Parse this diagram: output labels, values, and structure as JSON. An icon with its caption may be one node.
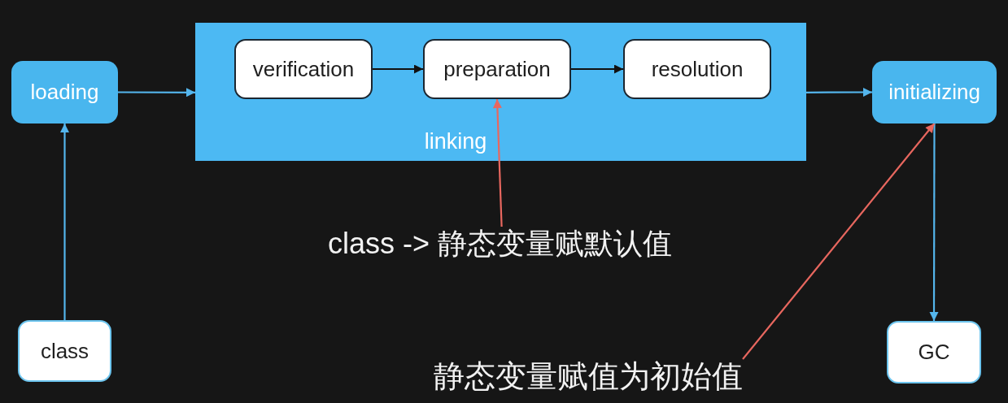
{
  "diagram": {
    "nodes": [
      {
        "text": [
          "loading"
        ]
      },
      {
        "text": [
          "linking"
        ]
      },
      {
        "text": [
          "verification"
        ],
        "in": 1
      },
      {
        "text": [
          "preparation"
        ],
        "in": 1
      },
      {
        "text": [
          "resolution"
        ],
        "in": 1
      },
      {
        "text": [
          "initializing"
        ]
      },
      {
        "text": [
          "class -> 静态变量赋默认值"
        ]
      },
      {
        "text": [
          "class"
        ]
      },
      {
        "text": [
          "GC"
        ]
      },
      {
        "text": [
          "静态变量赋值为初始值"
        ]
      }
    ],
    "edges": [
      {
        "from": 7,
        "to": 0,
        "arrow": "to"
      },
      {
        "from": 0,
        "to": 1,
        "arrow": "to"
      },
      {
        "from": 2,
        "to": 3,
        "arrow": "to",
        "color": "#111111"
      },
      {
        "from": 3,
        "to": 4,
        "arrow": "to",
        "color": "#111111"
      },
      {
        "from": 1,
        "to": 5,
        "arrow": "to"
      },
      {
        "from": 5,
        "to": 8,
        "arrow": "to"
      },
      {
        "from": 6,
        "to": 3,
        "arrow": "to",
        "color": "#e8675f"
      },
      {
        "from": 9,
        "to": 5,
        "arrow": "to",
        "color": "#e8675f"
      }
    ]
  }
}
